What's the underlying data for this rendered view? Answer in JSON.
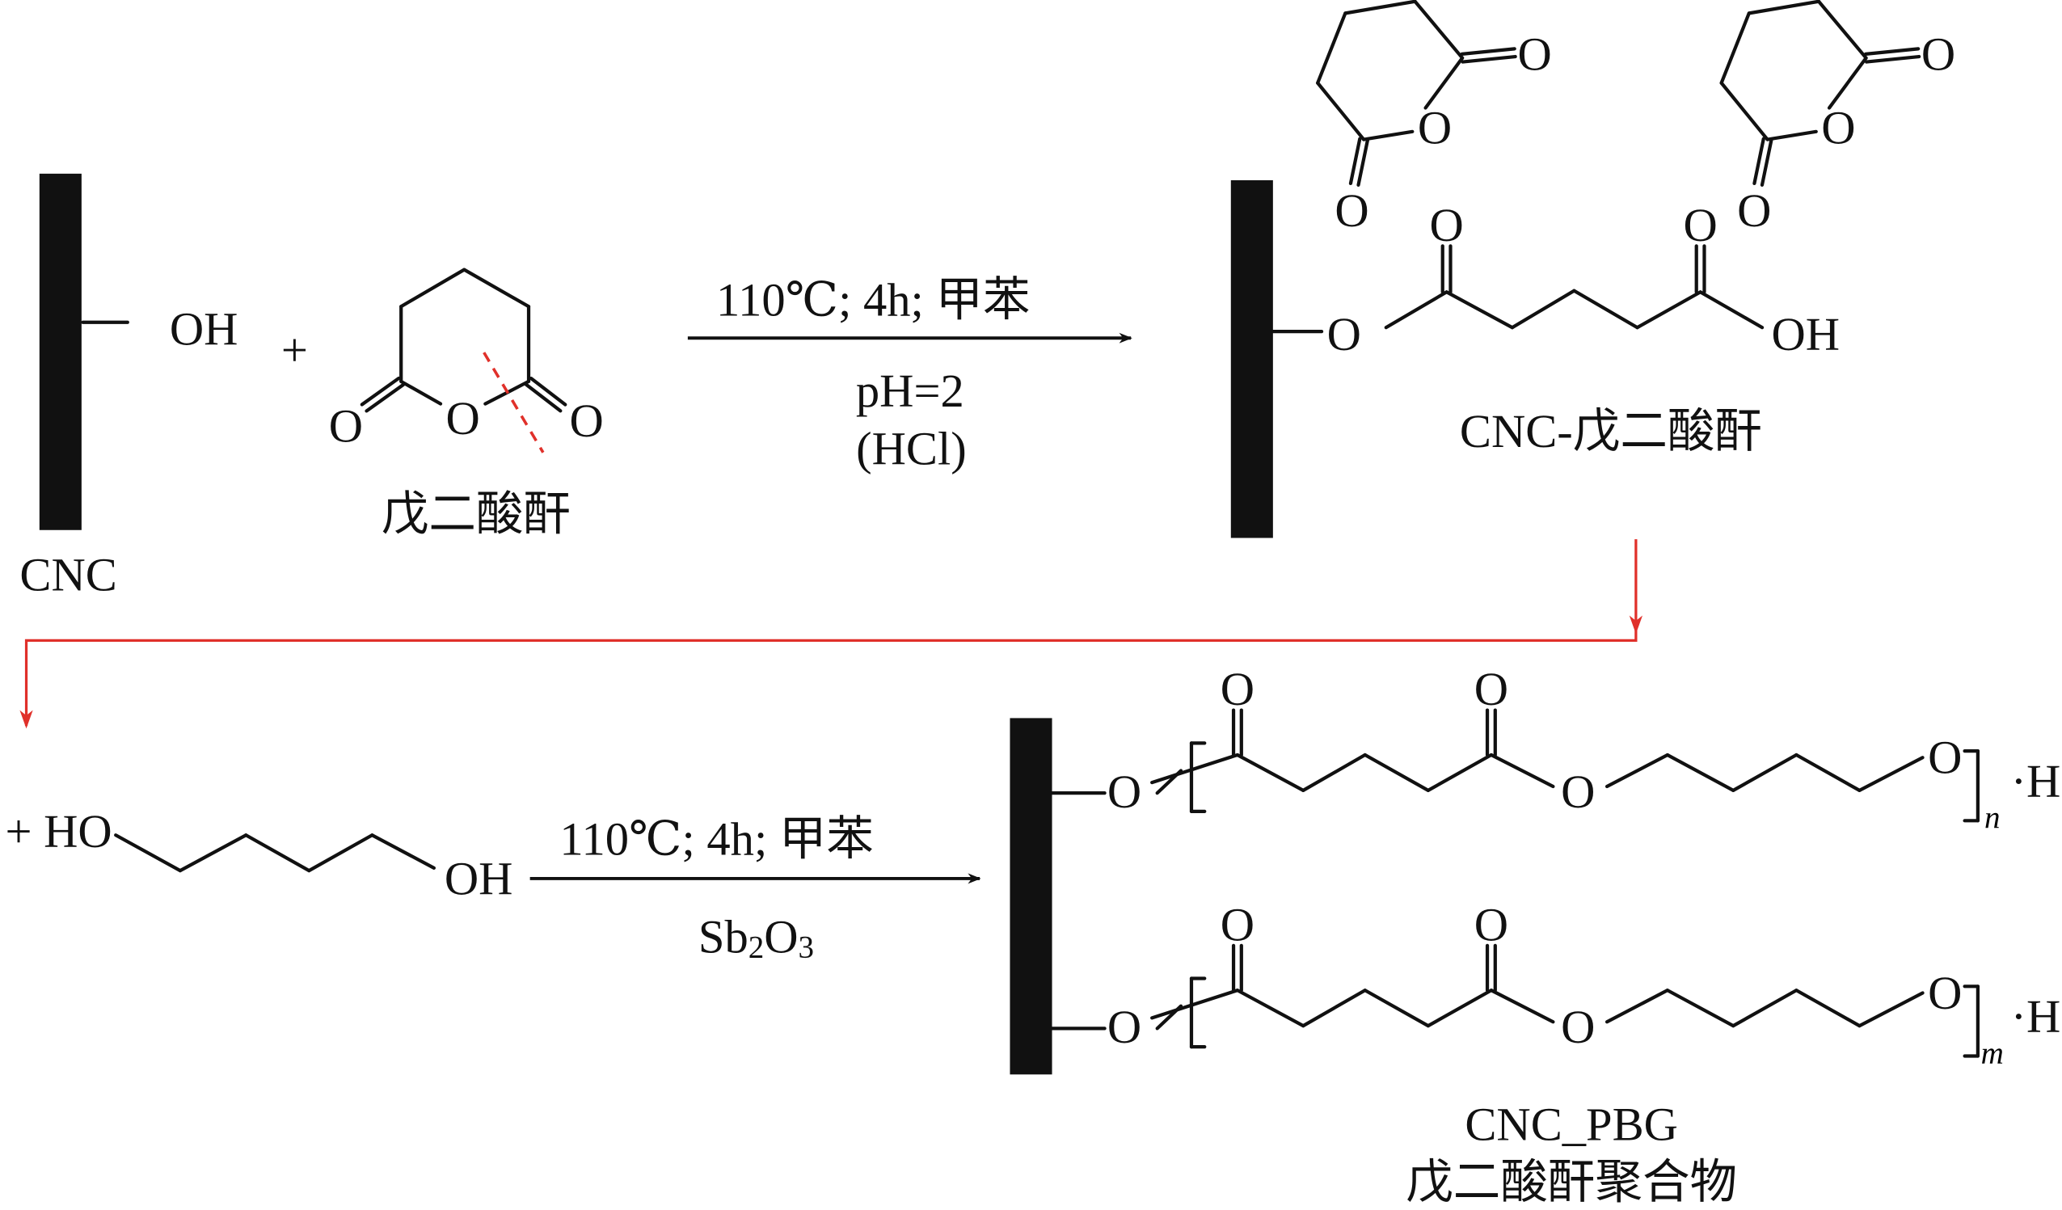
{
  "colors": {
    "ink": "#111111",
    "flow_arrow": "#e0302a",
    "cleave_mark": "#e0302a"
  },
  "step1": {
    "cnc_label": "CNC",
    "hydroxyl": "OH",
    "plus": "+",
    "anhydride_atoms": {
      "o_ring": "O",
      "o_left": "O",
      "o_right": "O"
    },
    "anhydride_label": "戊二酸酐",
    "conditions_top": "110℃; 4h; 甲苯",
    "conditions_bottom_1": "pH=2",
    "conditions_bottom_2": "(HCl)"
  },
  "product1": {
    "label": "CNC-戊二酸酐",
    "atoms": {
      "o_ether": "O",
      "o_carbonyl_1": "O",
      "o_carbonyl_2": "O",
      "acid": "OH"
    },
    "ring_atoms": {
      "o": "O"
    }
  },
  "step2": {
    "plus_ho": "+ HO",
    "oh": "OH",
    "conditions_top": "110℃; 4h; 甲苯",
    "catalyst": {
      "a": "Sb",
      "b": "2",
      "c": "O",
      "d": "3"
    }
  },
  "product2": {
    "o": "O",
    "h": "·H",
    "n": "n",
    "m": "m",
    "label_1": "CNC_PBG",
    "label_2": "戊二酸酐聚合物"
  }
}
